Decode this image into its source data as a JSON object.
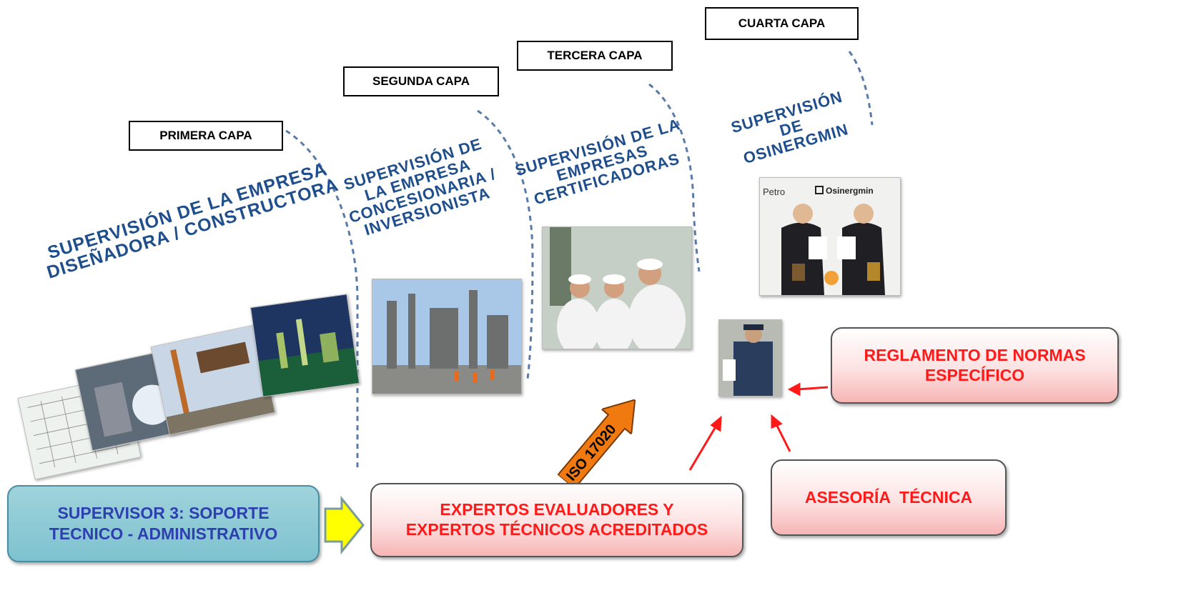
{
  "layers": {
    "primera": "PRIMERA CAPA",
    "segunda": "SEGUNDA CAPA",
    "tercera": "TERCERA CAPA",
    "cuarta": "CUARTA CAPA"
  },
  "supervision": {
    "empresa_disenadora": [
      "SUPERVISIÓN DE LA EMPRESA",
      "DISEÑADORA / CONSTRUCTORA"
    ],
    "empresa_concesionaria": [
      "SUPERVISIÓN DE",
      "LA EMPRESA",
      "CONCESIONARIA /",
      "INVERSIONISTA"
    ],
    "empresas_certificadoras": [
      "SUPERVISIÓN DE LA",
      "EMPRESAS",
      "CERTIFICADORAS"
    ],
    "osinergmin": [
      "SUPERVISIÓN",
      "DE",
      "OSINERGMIN"
    ]
  },
  "boxes": {
    "supervisor_line1": "SUPERVISOR 3: SOPORTE",
    "supervisor_line2": "TECNICO - ADMINISTRATIVO",
    "expertos_line1": "EXPERTOS EVALUADORES Y",
    "expertos_line2": "EXPERTOS TÉCNICOS ACREDITADOS",
    "reglamento_line1": "REGLAMENTO DE NORMAS",
    "reglamento_line2": "ESPECÍFICO",
    "asesoria": "ASESORÍA  TÉCNICA"
  },
  "iso_label": "ISO 17020",
  "logos": {
    "petro": "Petro",
    "osinergmin": "Osinergmin"
  },
  "colors": {
    "label_blue": "#1f4e8c",
    "red_text": "#ff1a1a",
    "blue_box_text": "#2e3fb0",
    "iso_orange": "#f07a10",
    "dash_curve": "#5a7aa8"
  }
}
